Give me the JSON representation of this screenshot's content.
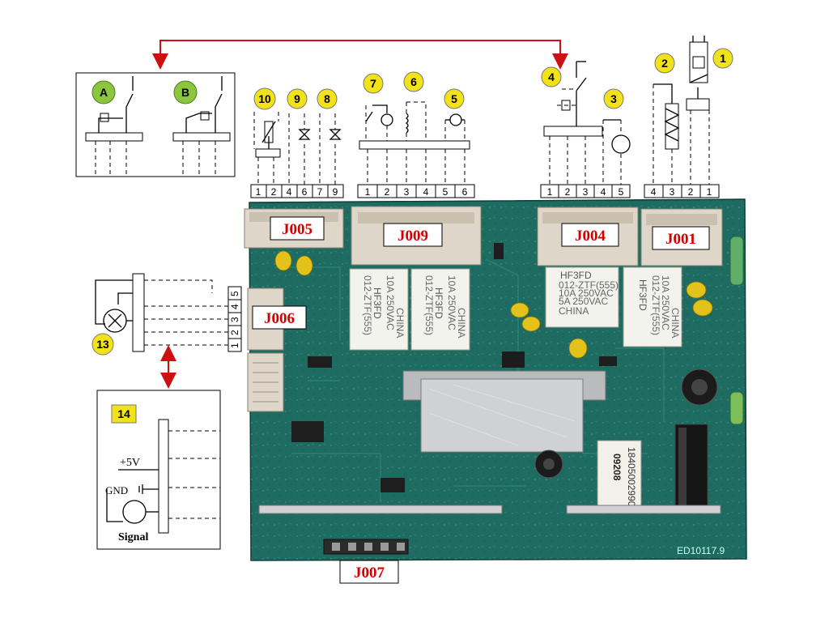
{
  "connectors": {
    "j005": "J005",
    "j009": "J009",
    "j004": "J004",
    "j001": "J001",
    "j006": "J006",
    "j007": "J007"
  },
  "badges": {
    "b1": "1",
    "b2": "2",
    "b3": "3",
    "b4": "4",
    "b5": "5",
    "b6": "6",
    "b7": "7",
    "b8": "8",
    "b9": "9",
    "b10": "10",
    "b13": "13",
    "b14": "14",
    "bA": "A",
    "bB": "B"
  },
  "pins": {
    "j005": [
      "1",
      "2",
      "4",
      "6",
      "7",
      "9"
    ],
    "j009": [
      "1",
      "2",
      "3",
      "4",
      "5",
      "6"
    ],
    "j004": [
      "1",
      "2",
      "3",
      "4",
      "5"
    ],
    "j001": [
      "4",
      "3",
      "2",
      "1"
    ],
    "j006": [
      "1",
      "2",
      "3",
      "4",
      "5"
    ]
  },
  "sensor": {
    "vcc": "+5V",
    "gnd": "GND",
    "signal": "Signal"
  },
  "relays": {
    "r1": [
      "HF3FD",
      "012-ZTF(555)",
      "10A 250VAC",
      "CHINA"
    ],
    "r2": [
      "HF3FD",
      "012-ZTF(555)",
      "10A 250VAC",
      "CHINA"
    ],
    "r3": [
      "HF3FD",
      "012-ZTF(555)",
      "10A 250VAC",
      "5A 250VAC",
      "CHINA"
    ],
    "r4": [
      "HF3FD",
      "012-ZTF(555)",
      "10A 250VAC",
      "CHINA"
    ]
  },
  "board_marks": {
    "sticker": [
      "09208",
      "18405002990"
    ],
    "edge": "ED10117.9"
  },
  "colors": {
    "pcb": "#1e6b61",
    "label_red": "#d40000",
    "badge_yellow": "#f2e318",
    "badge_green": "#8cc63f",
    "arrow_red": "#cc1111"
  }
}
